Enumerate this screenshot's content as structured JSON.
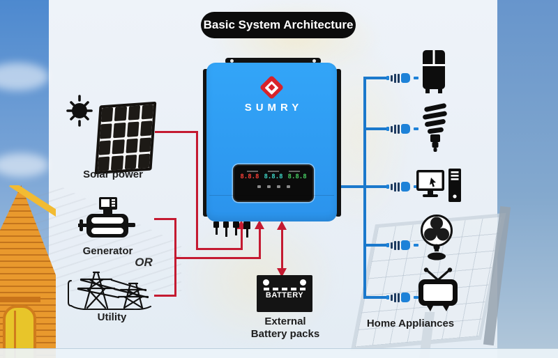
{
  "title": "Basic System Architecture",
  "inverter": {
    "brand": "SUMRY",
    "display": {
      "segments": [
        {
          "value": "8.8.8",
          "color": "#ff4038"
        },
        {
          "value": "8.8.8",
          "color": "#3fd9c9"
        },
        {
          "value": "8.8.8",
          "color": "#49d164"
        }
      ]
    }
  },
  "sources": {
    "solar": {
      "label": "Solar power"
    },
    "generator": {
      "label": "Generator"
    },
    "or_label": "OR",
    "utility": {
      "label": "Utility"
    }
  },
  "battery": {
    "badge": "BATTERY",
    "label_line1": "External",
    "label_line2": "Battery packs"
  },
  "appliances": {
    "label": "Home Appliances",
    "items": [
      {
        "name": "refrigerator"
      },
      {
        "name": "cfl-bulb"
      },
      {
        "name": "desktop-computer"
      },
      {
        "name": "electric-fan"
      },
      {
        "name": "television"
      }
    ]
  },
  "colors": {
    "dc_line": "#c41a31",
    "ac_line": "#1b79cc",
    "inverter_body": "#2f9bf4",
    "title_bg": "#0c0c0c",
    "logo_red": "#d8232a"
  }
}
